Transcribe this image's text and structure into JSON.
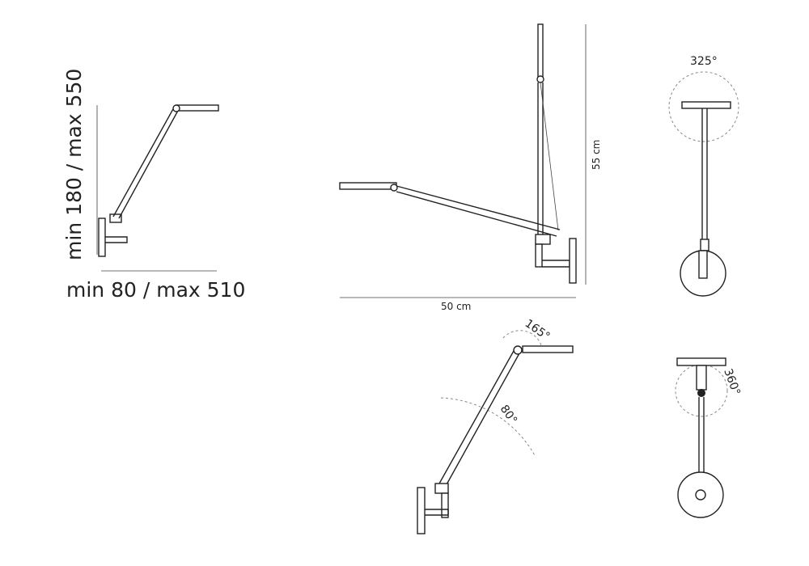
{
  "dimensions": {
    "height_range": "min 180 / max 550",
    "width_range": "min 80 / max 510",
    "height_cm": "55 cm",
    "width_cm": "50 cm"
  },
  "angles": {
    "head_rotation_top": "325°",
    "head_tilt": "165°",
    "arm_tilt": "80°",
    "head_swivel": "360°"
  },
  "colors": {
    "line": "#222222",
    "guide": "#888888"
  }
}
